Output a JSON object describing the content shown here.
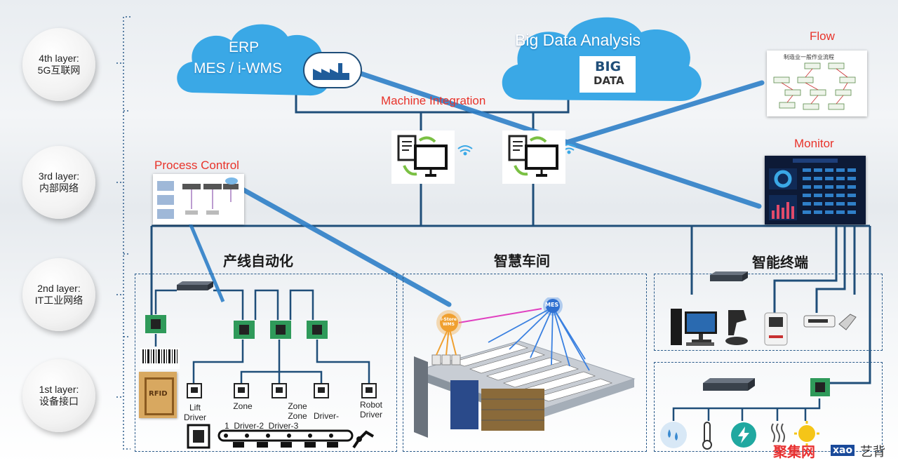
{
  "layers": [
    {
      "line1": "4th layer:",
      "line2": "5G互联网"
    },
    {
      "line1": "3rd layer:",
      "line2": "内部网络"
    },
    {
      "line1": "2nd layer:",
      "line2": "IT工业网络"
    },
    {
      "line1": "1st layer:",
      "line2": "设备接口"
    }
  ],
  "clouds": {
    "erp_line1": "ERP",
    "erp_line2": "MES / i-WMS",
    "bigdata_title": "Big Data Analysis",
    "bigdata_logo_top": "BIG",
    "bigdata_logo_bottom": "DATA"
  },
  "labels": {
    "machine_integration": "Machine Integration",
    "flow": "Flow",
    "monitor": "Monitor",
    "process_control": "Process Control",
    "flow_chart_title": "制造业一般作业流程"
  },
  "sections": {
    "line_automation": "产线自动化",
    "smart_workshop": "智慧车间",
    "smart_terminal": "智能终端"
  },
  "devices": {
    "lift_driver": "Lift\nDriver",
    "zone": "Zone",
    "zone_zone": "Zone\nZone",
    "driver_dash": "Driver-",
    "robot_driver": "Robot\nDriver",
    "driver_numbers": "1  Driver-2  Driver-3",
    "mes_badge": "MES",
    "wms_badge": "i-Store\nWMS",
    "rfid_tag": "RFID"
  },
  "watermark": {
    "text1": "聚集网",
    "text2": "xao",
    "text3": "艺背"
  },
  "colors": {
    "cloud_blue": "#3aa8e6",
    "line_navy": "#1f4e79",
    "accent_red": "#e8332a",
    "dash_border": "#2a5a8a"
  }
}
